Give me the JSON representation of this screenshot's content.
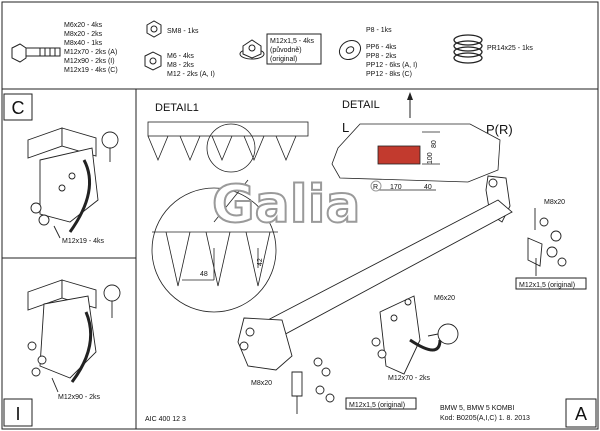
{
  "parts": {
    "bolts": [
      "M6x20 - 4ks",
      "M8x20 - 2ks",
      "M8x40 - 1ks",
      "M12x70 - 2ks (A)",
      "M12x90 - 2ks (I)",
      "M12x19 - 4ks (C)"
    ],
    "nut_sm8": "SM8 - 1ks",
    "nuts": [
      "M6 - 4ks",
      "M8 - 2ks",
      "M12 - 2ks (A, I)"
    ],
    "nut_fine": [
      "M12x1,5 - 4ks",
      "(původně)",
      "(original)"
    ],
    "washers": [
      "P8 - 1ks",
      "PP6 - 4ks",
      "PP8 - 2ks",
      "PP12 - 6ks (A, I)",
      "PP12 - 8ks (C)"
    ],
    "spring": "PR14x25 - 1ks"
  },
  "panels": {
    "c_letter": "C",
    "c_label": "M12x19 - 4ks",
    "i_letter": "I",
    "i_label": "M12x90 - 2ks",
    "code": "AIC 400 12 3",
    "a_letter": "A"
  },
  "details": {
    "detail1": "DETAIL1",
    "detail": "DETAIL",
    "l": "L",
    "pr": "P(R)",
    "dim_170": "170",
    "dim_40": "40",
    "dim_80": "80",
    "dim_100": "100",
    "dim_48": "48",
    "dim_42": "42"
  },
  "logo": {
    "text": "Galia",
    "mark": "R"
  },
  "labels": {
    "m8x20_top": "M8x20",
    "nut_orig_right": "M12x1,5 (original)",
    "m6x20": "M6x20",
    "m12x70": "M12x70 - 2ks",
    "m8x20_bottom": "M8x20",
    "nut_orig_bottom": "M12x1,5 (original)"
  },
  "footer": {
    "model": "BMW 5, BMW 5 KOMBI",
    "code": "Kod: B0205(A,I,C)  1. 8. 2013"
  }
}
